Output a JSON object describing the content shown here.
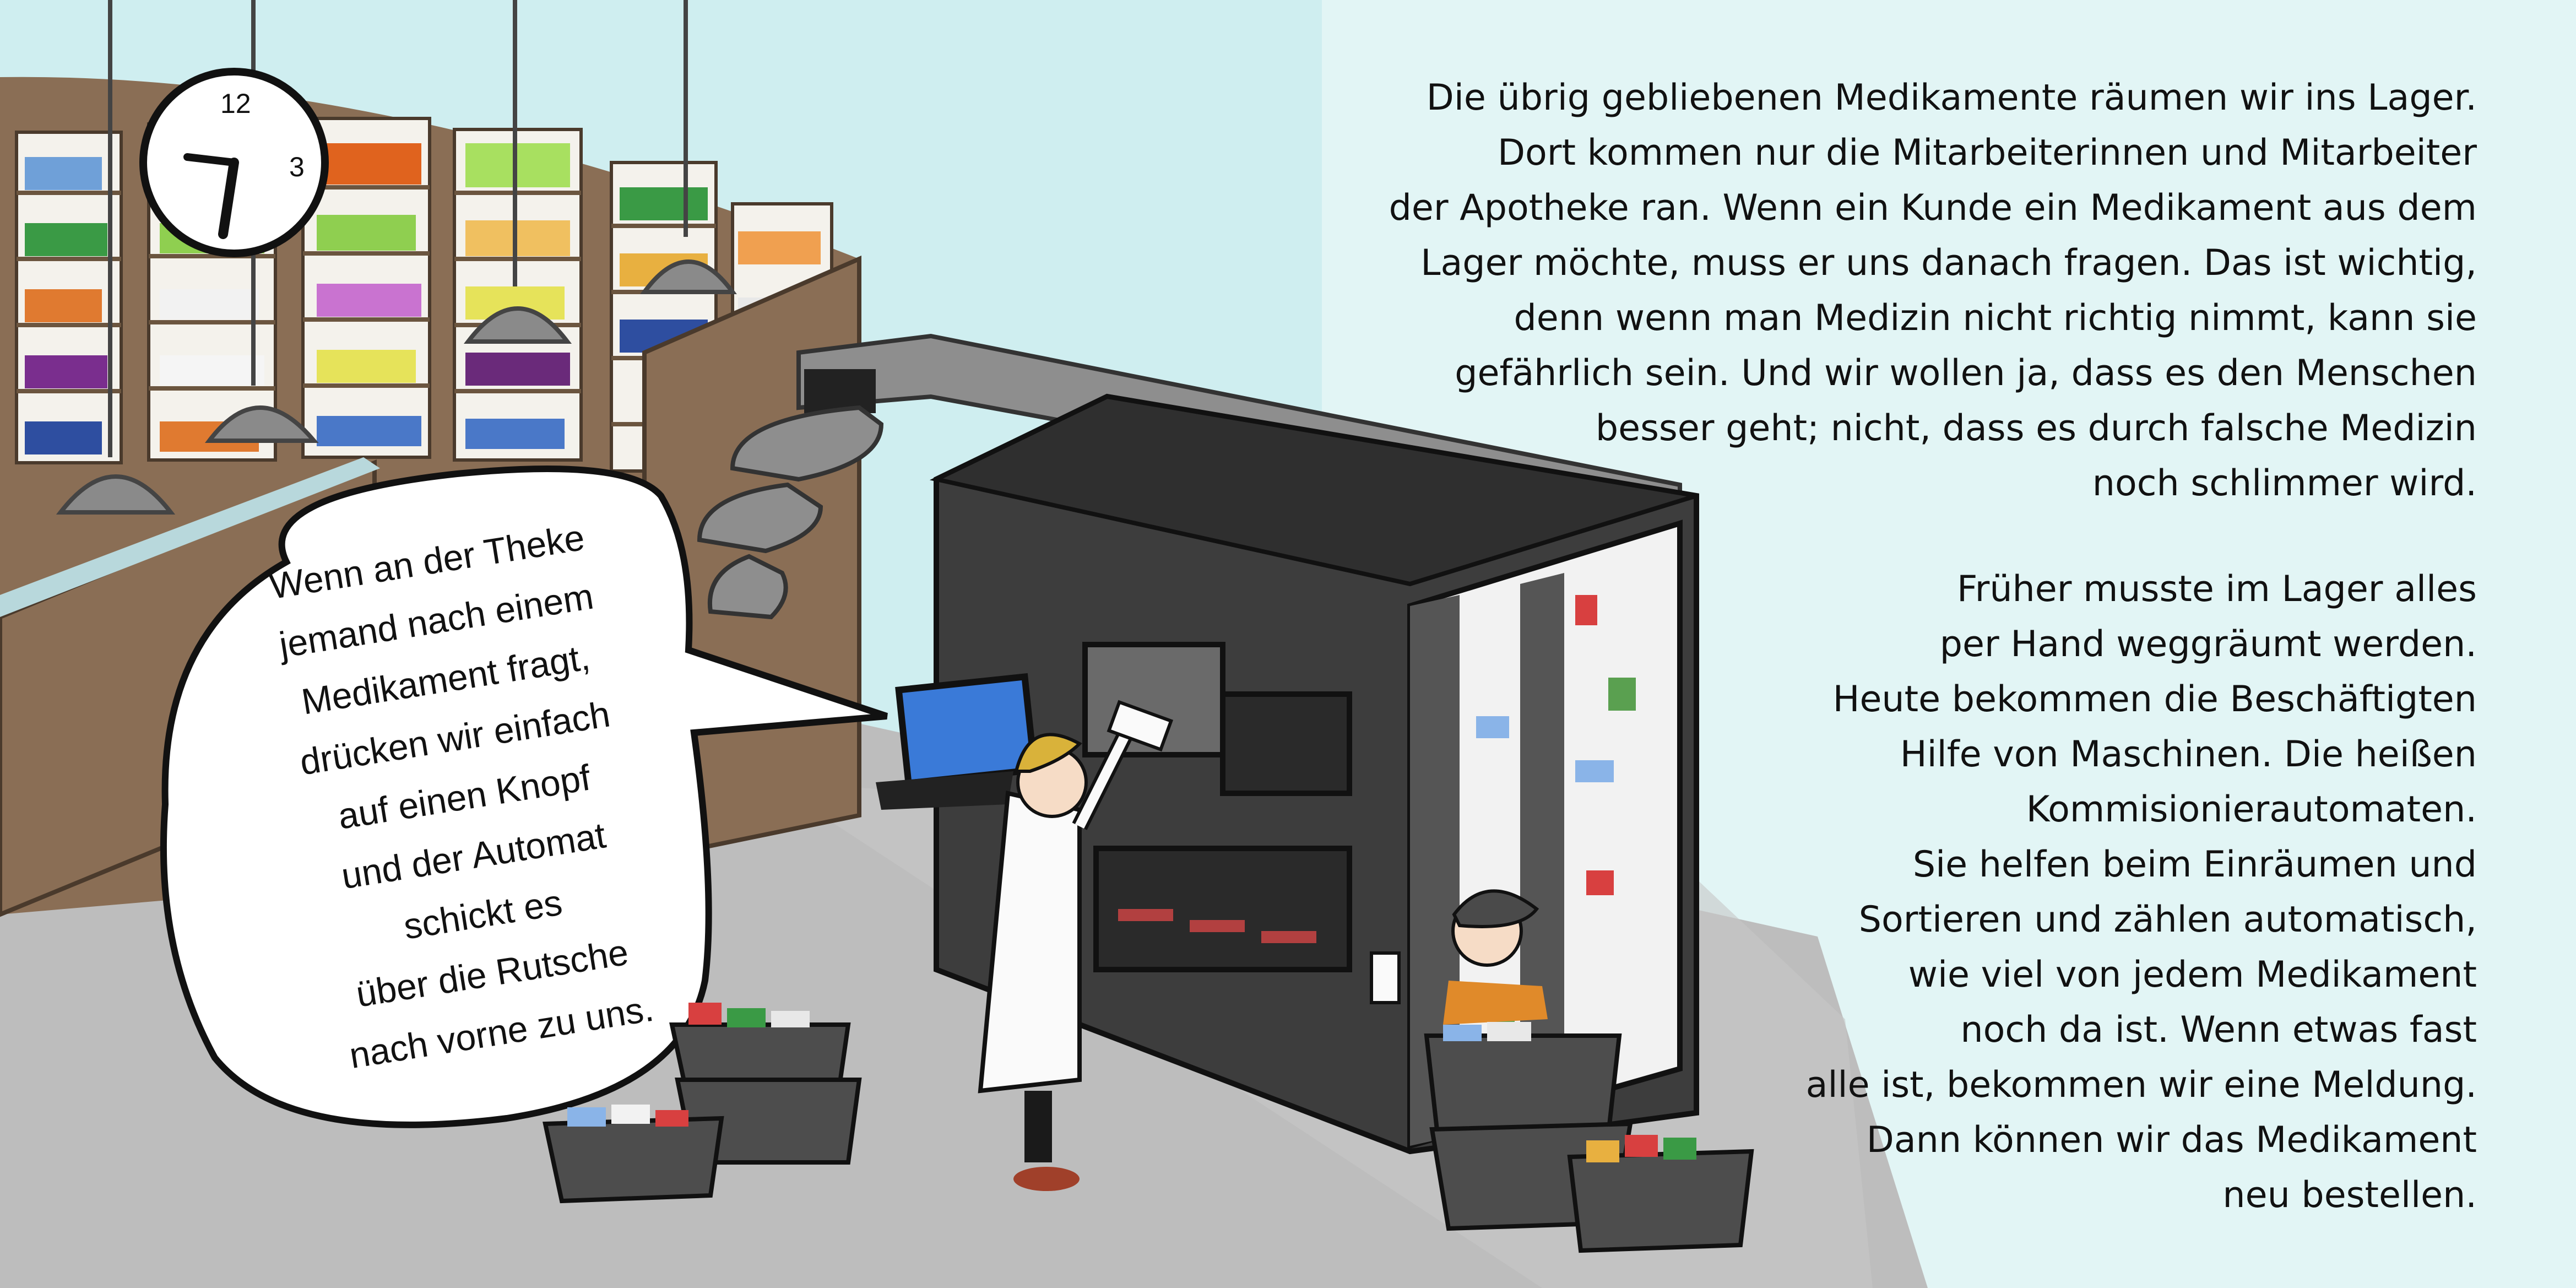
{
  "clock": {
    "numeral_12": "12",
    "numeral_3": "3"
  },
  "speech_bubble": {
    "lines": [
      "Wenn an der Theke",
      "jemand nach einem",
      "Medikament fragt,",
      "drücken wir einfach",
      "auf einen Knopf",
      "und der Automat",
      "schickt es",
      "über die Rutsche",
      "nach vorne zu uns."
    ]
  },
  "paragraph_1": {
    "lines": [
      "Die übrig gebliebenen Medikamente räumen wir ins Lager.",
      "Dort kommen nur die Mitarbeiterinnen und Mitarbeiter",
      "der Apotheke ran. Wenn ein Kunde ein Medikament aus dem",
      "Lager möchte, muss er uns danach fragen. Das ist wichtig,",
      "denn wenn man Medizin nicht richtig nimmt, kann sie",
      "gefährlich sein. Und wir wollen ja, dass es den Menschen",
      "besser geht; nicht, dass es durch falsche Medizin",
      "noch schlimmer wird."
    ]
  },
  "paragraph_2": {
    "lines": [
      "Früher musste im Lager alles",
      "per Hand weggräumt werden.",
      "Heute bekommen die Beschäftigten",
      "Hilfe von Maschinen. Die heißen",
      "Kommisionierautomaten.",
      "Sie helfen beim Einräumen und",
      "Sortieren und zählen automatisch,",
      "wie viel von jedem Medikament",
      "noch da ist. Wenn etwas fast",
      "alle ist, bekommen wir eine Meldung.",
      "Dann können wir das Medikament",
      "neu bestellen."
    ]
  },
  "colors": {
    "background": "#cfeef0",
    "floor": "#bdbdbd",
    "wood": "#8a6e55",
    "machine": "#3d3d3d",
    "text": "#111111"
  }
}
